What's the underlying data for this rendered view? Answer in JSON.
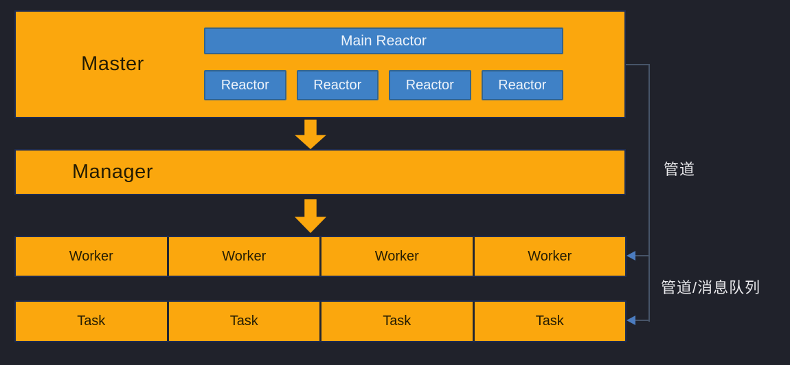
{
  "colors": {
    "background": "#20222b",
    "orange": "#fba70d",
    "blue_fill": "#3f81c6",
    "blue_border": "#33648e",
    "navy_border": "#1e2c52",
    "dark_text_on_orange": "#241c03",
    "light_text_on_blue": "#edf3fa",
    "connector_line": "#475468",
    "connector_arrowhead": "#4b7cc0",
    "annotation_text": "#e9e9ec"
  },
  "diagram": {
    "master_label": "Master",
    "main_reactor_label": "Main Reactor",
    "reactors": [
      "Reactor",
      "Reactor",
      "Reactor",
      "Reactor"
    ],
    "manager_label": "Manager",
    "workers": [
      "Worker",
      "Worker",
      "Worker",
      "Worker"
    ],
    "tasks": [
      "Task",
      "Task",
      "Task",
      "Task"
    ],
    "annotations": {
      "pipe_label": "管道",
      "pipe_queue_label": "管道/消息队列"
    }
  }
}
